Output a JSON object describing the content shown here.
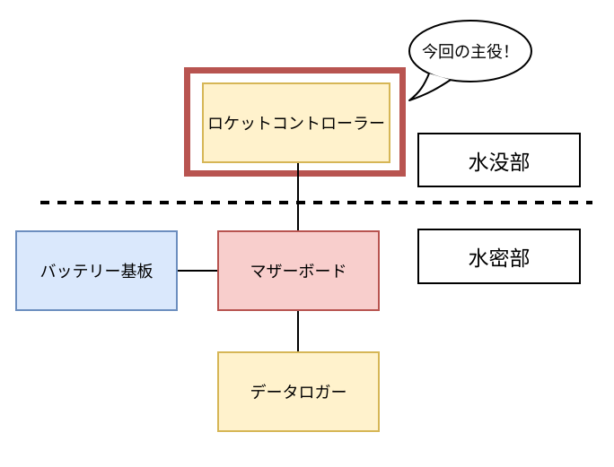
{
  "diagram": {
    "background_color": "#ffffff",
    "callout": {
      "label": "今回の主役！",
      "stroke": "#000000",
      "fill": "#ffffff"
    },
    "highlight_frame": {
      "color": "#b85450",
      "target": "rocket_controller"
    },
    "nodes": {
      "rocket_controller": {
        "label": "ロケットコントローラー",
        "fill": "#fff2cc",
        "stroke": "#d6b656"
      },
      "battery_board": {
        "label": "バッテリー基板",
        "fill": "#dae8fc",
        "stroke": "#6c8ebf"
      },
      "motherboard": {
        "label": "マザーボード",
        "fill": "#f8cecc",
        "stroke": "#b85450"
      },
      "data_logger": {
        "label": "データロガー",
        "fill": "#fff2cc",
        "stroke": "#d6b656"
      }
    },
    "zones": {
      "submerged": {
        "label": "水没部"
      },
      "watertight": {
        "label": "水密部"
      }
    },
    "divider": {
      "style": "dashed",
      "color": "#000000"
    },
    "connections": [
      {
        "from": "rocket_controller",
        "to": "motherboard"
      },
      {
        "from": "battery_board",
        "to": "motherboard"
      },
      {
        "from": "motherboard",
        "to": "data_logger"
      }
    ]
  }
}
